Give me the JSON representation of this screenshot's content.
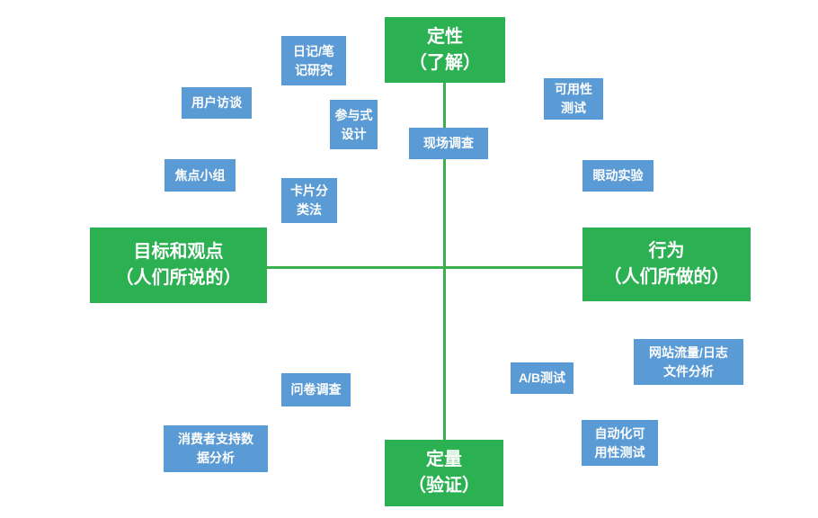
{
  "diagram": {
    "description": "UX research methods quadrant diagram",
    "colors": {
      "axis_box_green": "#2bb052",
      "axis_line_green": "#3cb04f",
      "method_box_blue": "#5b9bd5",
      "text_white": "#ffffff",
      "background": "#ffffff"
    },
    "axes": {
      "top": {
        "label": "定性\n（了解）"
      },
      "bottom": {
        "label": "定量\n（验证）"
      },
      "left": {
        "label": "目标和观点\n（人们所说的）"
      },
      "right": {
        "label": "行为\n（人们所做的）"
      }
    },
    "methods": [
      {
        "label": "日记/笔\n记研究"
      },
      {
        "label": "用户访谈"
      },
      {
        "label": "参与式\n设计"
      },
      {
        "label": "现场调查"
      },
      {
        "label": "可用性\n测试"
      },
      {
        "label": "焦点小组"
      },
      {
        "label": "卡片分\n类法"
      },
      {
        "label": "眼动实验"
      },
      {
        "label": "问卷调查"
      },
      {
        "label": "A/B测试"
      },
      {
        "label": "网站流量/日志\n文件分析"
      },
      {
        "label": "自动化可\n用性测试"
      },
      {
        "label": "消费者支持数\n据分析"
      }
    ]
  }
}
